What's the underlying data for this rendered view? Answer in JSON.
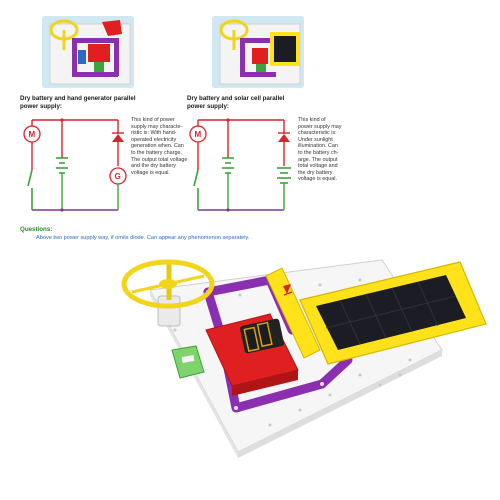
{
  "panel_left": {
    "title_line1": "Dry battery and hand generator parallel",
    "title_line2": "power supply:",
    "description": [
      "This kind of power",
      "supply may characte-",
      "ristic is:  With hand-",
      "operated electricity",
      "generation when. Can",
      "to the battery charge.",
      "The output total voltage",
      "and the dry battery",
      "voltage is equal."
    ]
  },
  "panel_right": {
    "title_line1": "Dry battery and solar cell parallel",
    "title_line2": "power supply:",
    "description": [
      "This kind of",
      "power supply may",
      "characteristic is:",
      "Under sunlight",
      "illumination. Can",
      "to the battery ch-",
      "arge. The output",
      "total voltage and",
      "the dry battery",
      "voltage is equal."
    ]
  },
  "questions": {
    "label": "Questions:",
    "text": "Above two power supply way, if omits diode. Can appear any phenomenon separately."
  },
  "colors": {
    "circuit_red": "#d8242a",
    "circuit_green": "#3ea23e",
    "circuit_purple": "#7a3a96",
    "label_green": "#2a8a2a",
    "label_blue": "#2a6abf",
    "snap_purple": "#8a2fb0",
    "solar_yellow": "#ffe21a",
    "battery_red": "#e02020"
  }
}
